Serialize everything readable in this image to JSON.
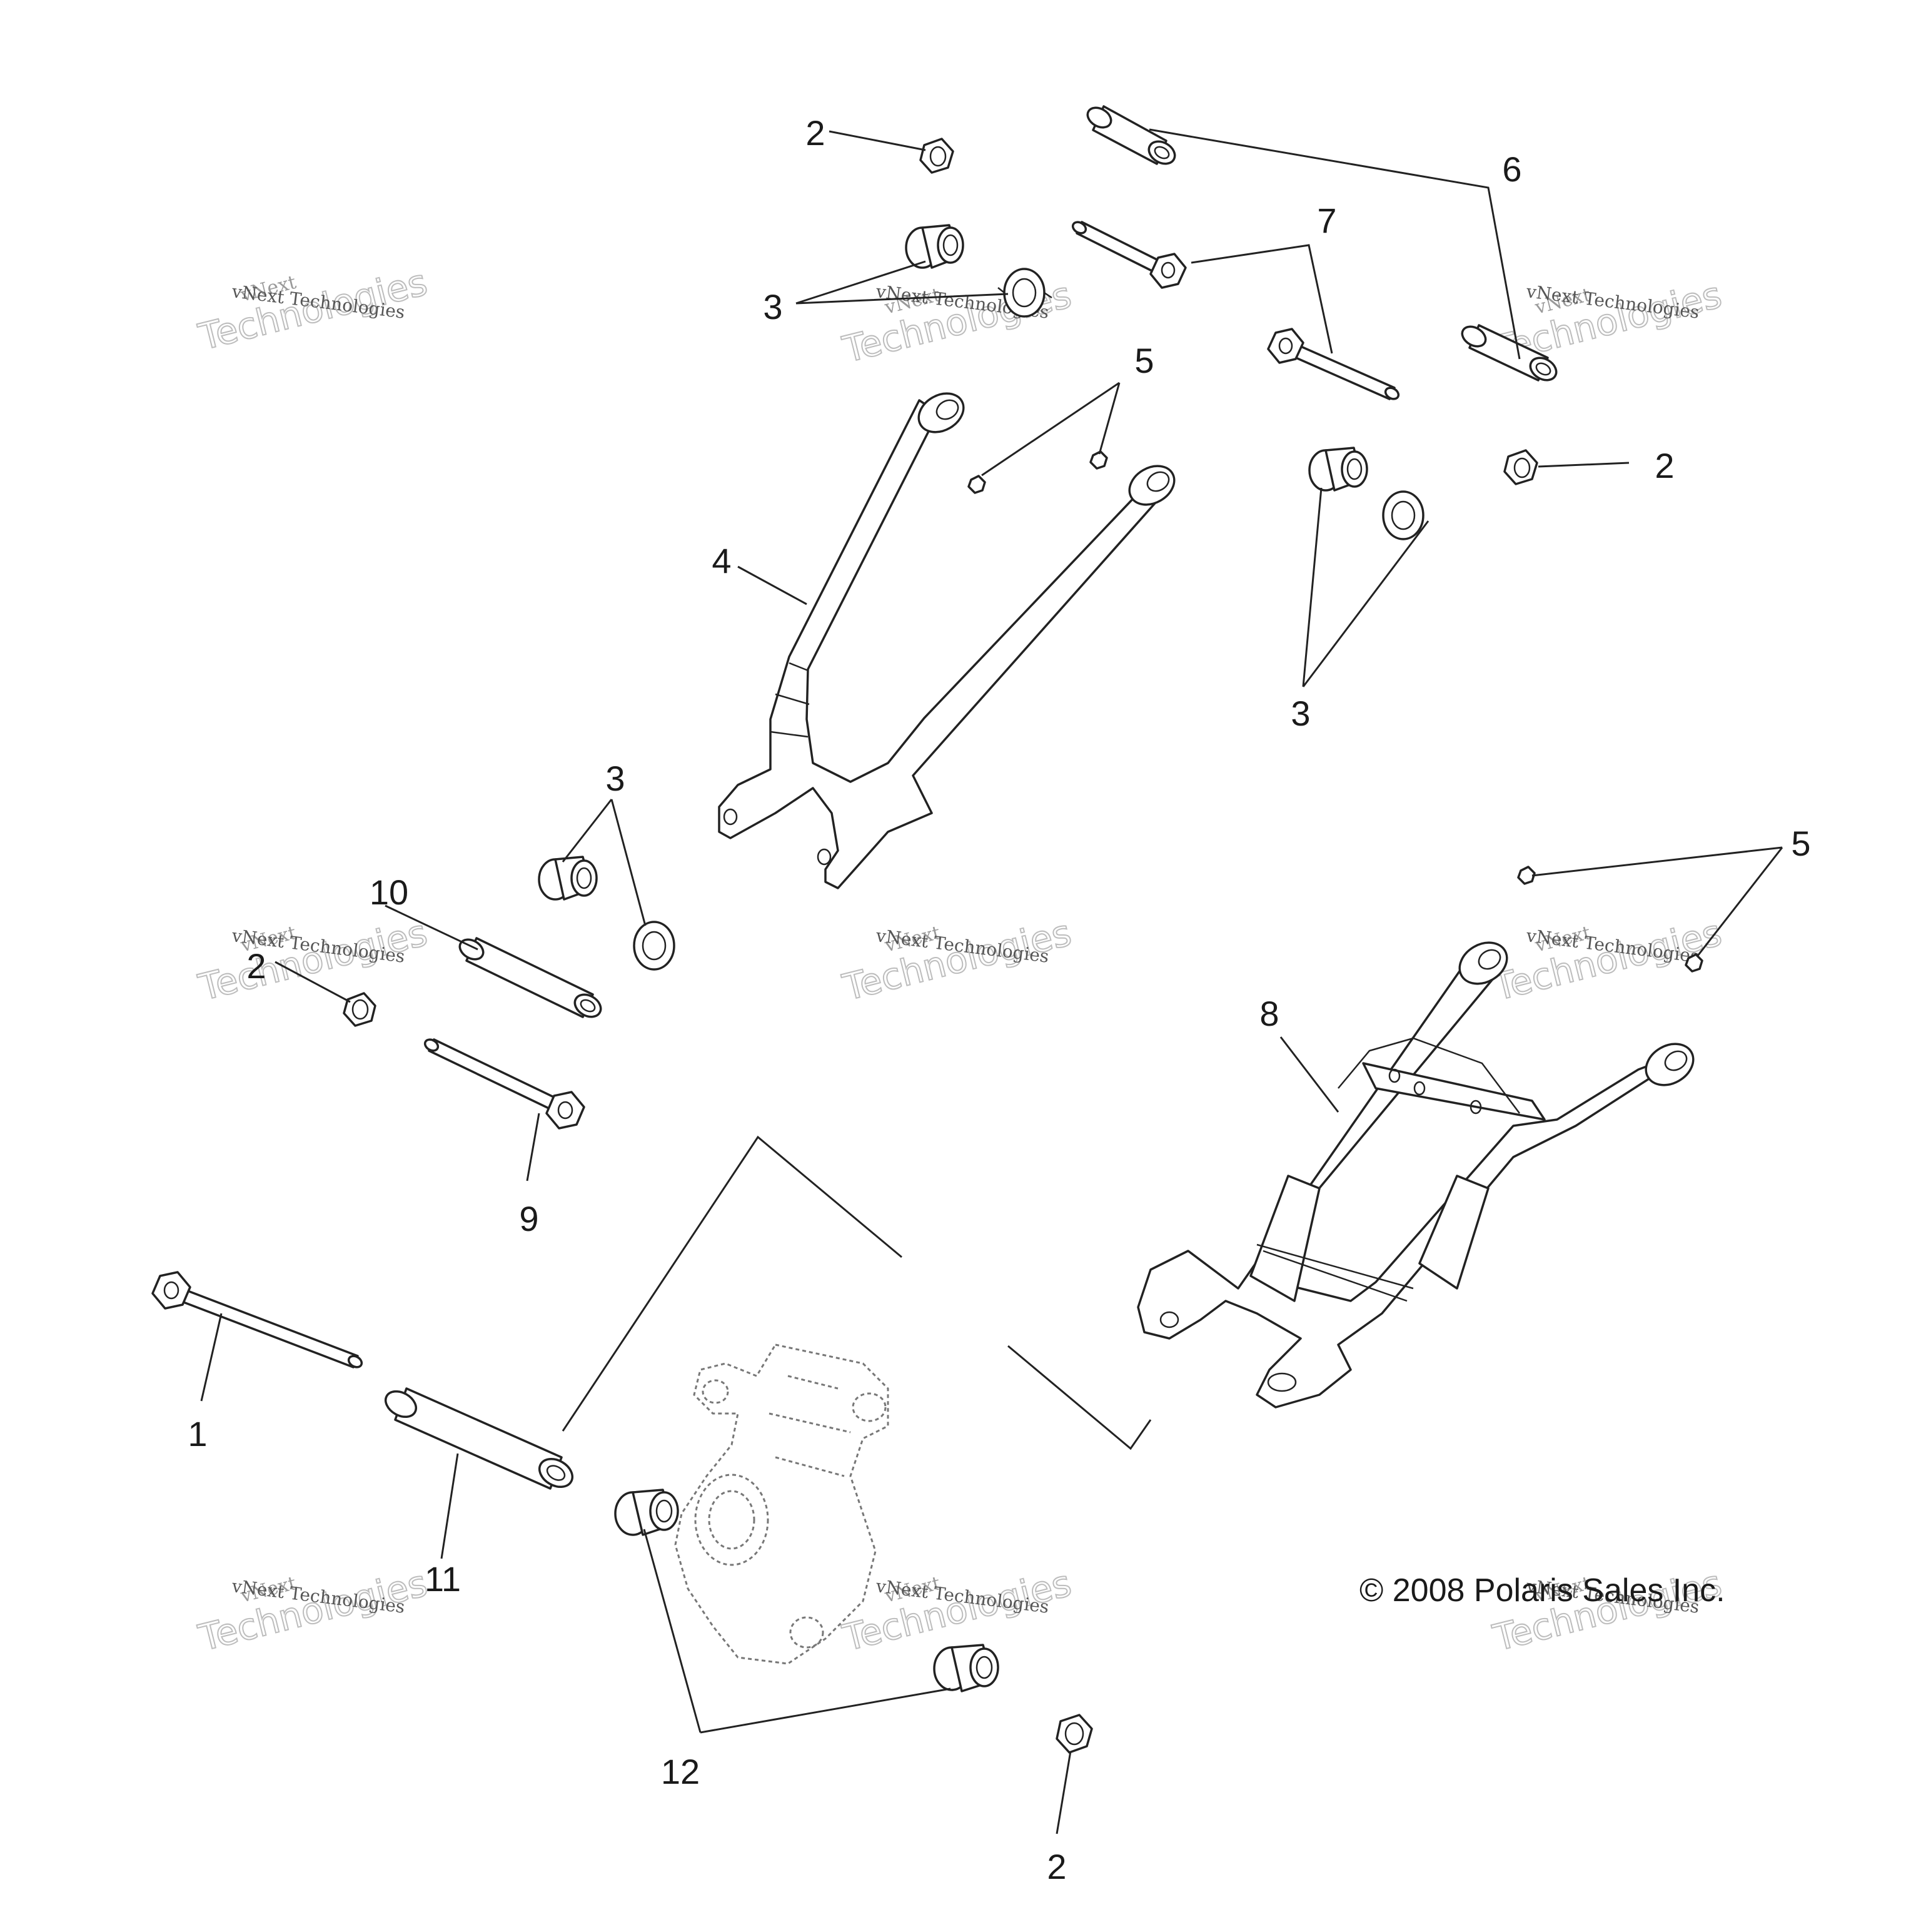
{
  "callouts": [
    {
      "id": "c2a",
      "text": "2"
    },
    {
      "id": "c6",
      "text": "6"
    },
    {
      "id": "c7",
      "text": "7"
    },
    {
      "id": "c3a",
      "text": "3"
    },
    {
      "id": "c5a",
      "text": "5"
    },
    {
      "id": "c2b",
      "text": "2"
    },
    {
      "id": "c4",
      "text": "4"
    },
    {
      "id": "c3b",
      "text": "3"
    },
    {
      "id": "c3c",
      "text": "3"
    },
    {
      "id": "c10",
      "text": "10"
    },
    {
      "id": "c2c",
      "text": "2"
    },
    {
      "id": "c5b",
      "text": "5"
    },
    {
      "id": "c8",
      "text": "8"
    },
    {
      "id": "c9",
      "text": "9"
    },
    {
      "id": "c1",
      "text": "1"
    },
    {
      "id": "c11",
      "text": "11"
    },
    {
      "id": "c12",
      "text": "12"
    },
    {
      "id": "c2d",
      "text": "2"
    }
  ],
  "copyright": "© 2008 Polaris Sales Inc.",
  "watermark": {
    "line1": "vNext",
    "line2": "Technologies",
    "line3": "vNext Technologies"
  },
  "colors": {
    "ink": "#222222",
    "watermark": "#bdbdbd",
    "background": "#ffffff"
  }
}
